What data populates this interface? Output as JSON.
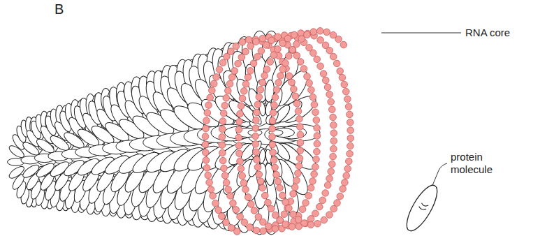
{
  "diagram": {
    "labels": [
      "B",
      "RNA core",
      "protein molecule"
    ]
  }
}
